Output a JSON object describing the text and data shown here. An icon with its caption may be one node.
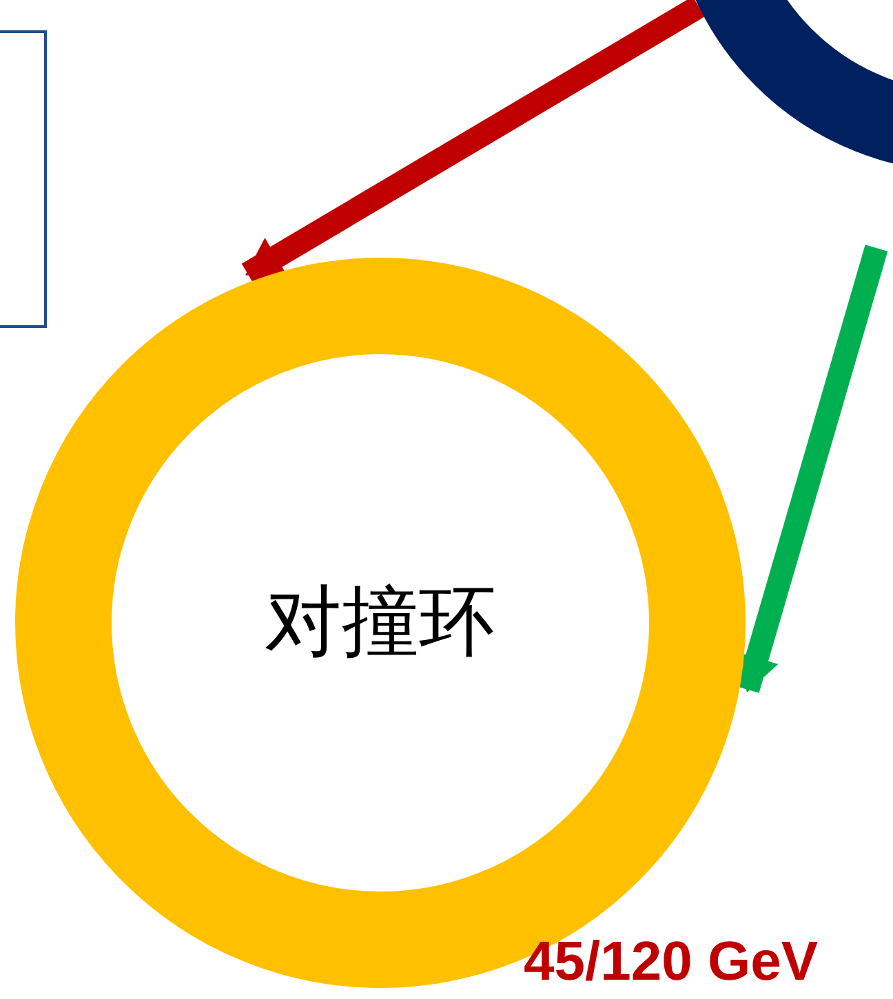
{
  "diagram": {
    "nodes": [
      {
        "text": [],
        "shape": "box"
      },
      {
        "text": [],
        "shape": "circle"
      },
      {
        "text": [
          "对撞环"
        ]
      }
    ],
    "edges": [
      {
        "from": 1,
        "to": 2,
        "arrow": "to",
        "color": "#c00000"
      },
      {
        "from": null,
        "to": 2,
        "arrow": "to",
        "color": "#00b050"
      }
    ],
    "labels": [
      "45/120 GeV"
    ]
  }
}
